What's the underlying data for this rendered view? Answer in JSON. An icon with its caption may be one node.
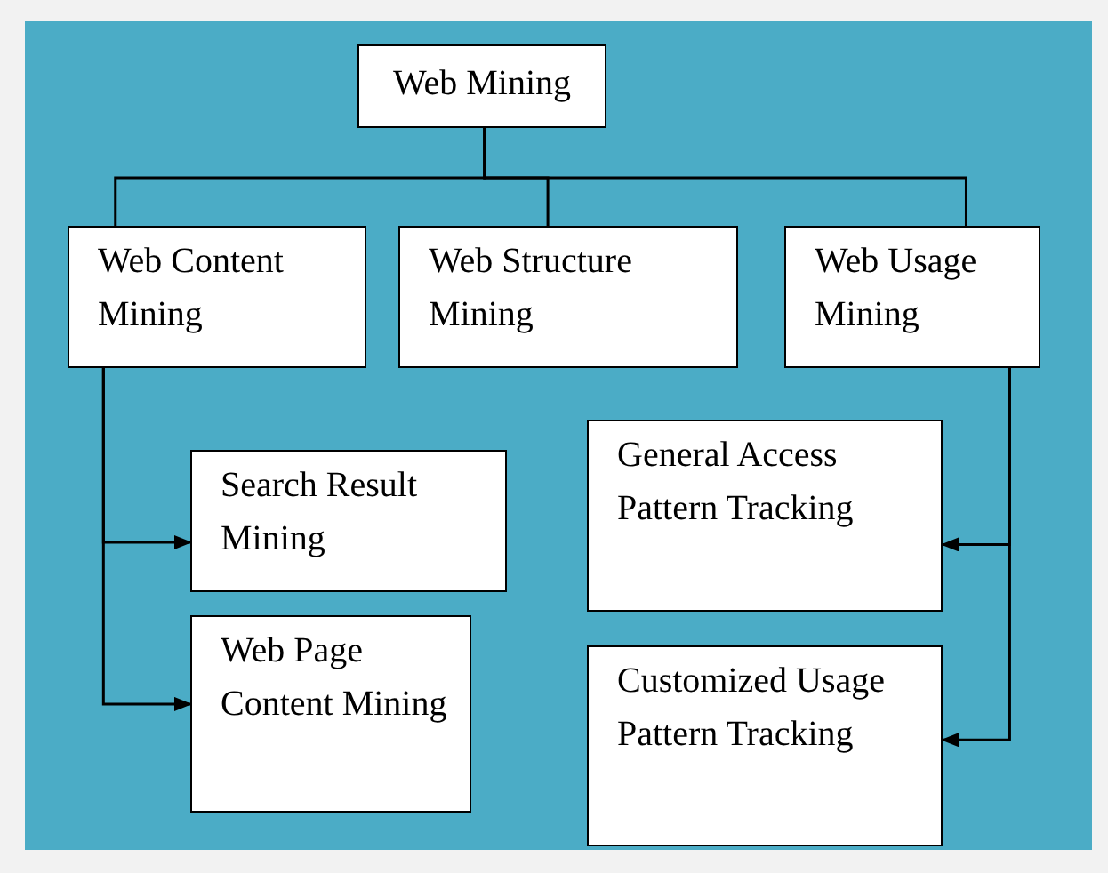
{
  "diagram": {
    "nodes": [
      {
        "text": [
          "Web Mining"
        ]
      },
      {
        "text": [
          "Web Content Mining"
        ]
      },
      {
        "text": [
          "Web Structure Mining"
        ]
      },
      {
        "text": [
          "Web Usage Mining"
        ]
      },
      {
        "text": [
          "Search Result Mining"
        ]
      },
      {
        "text": [
          "Web Page Content Mining"
        ]
      },
      {
        "text": [
          "General Access Pattern Tracking"
        ]
      },
      {
        "text": [
          "Customized Usage Pattern Tracking"
        ]
      }
    ],
    "edges": [
      {
        "from": 0,
        "to": 1,
        "arrow": "none"
      },
      {
        "from": 0,
        "to": 2,
        "arrow": "none"
      },
      {
        "from": 0,
        "to": 3,
        "arrow": "none"
      },
      {
        "from": 1,
        "to": 4,
        "arrow": "to"
      },
      {
        "from": 1,
        "to": 5,
        "arrow": "to"
      },
      {
        "from": 3,
        "to": 6,
        "arrow": "to"
      },
      {
        "from": 3,
        "to": 7,
        "arrow": "to"
      }
    ]
  }
}
